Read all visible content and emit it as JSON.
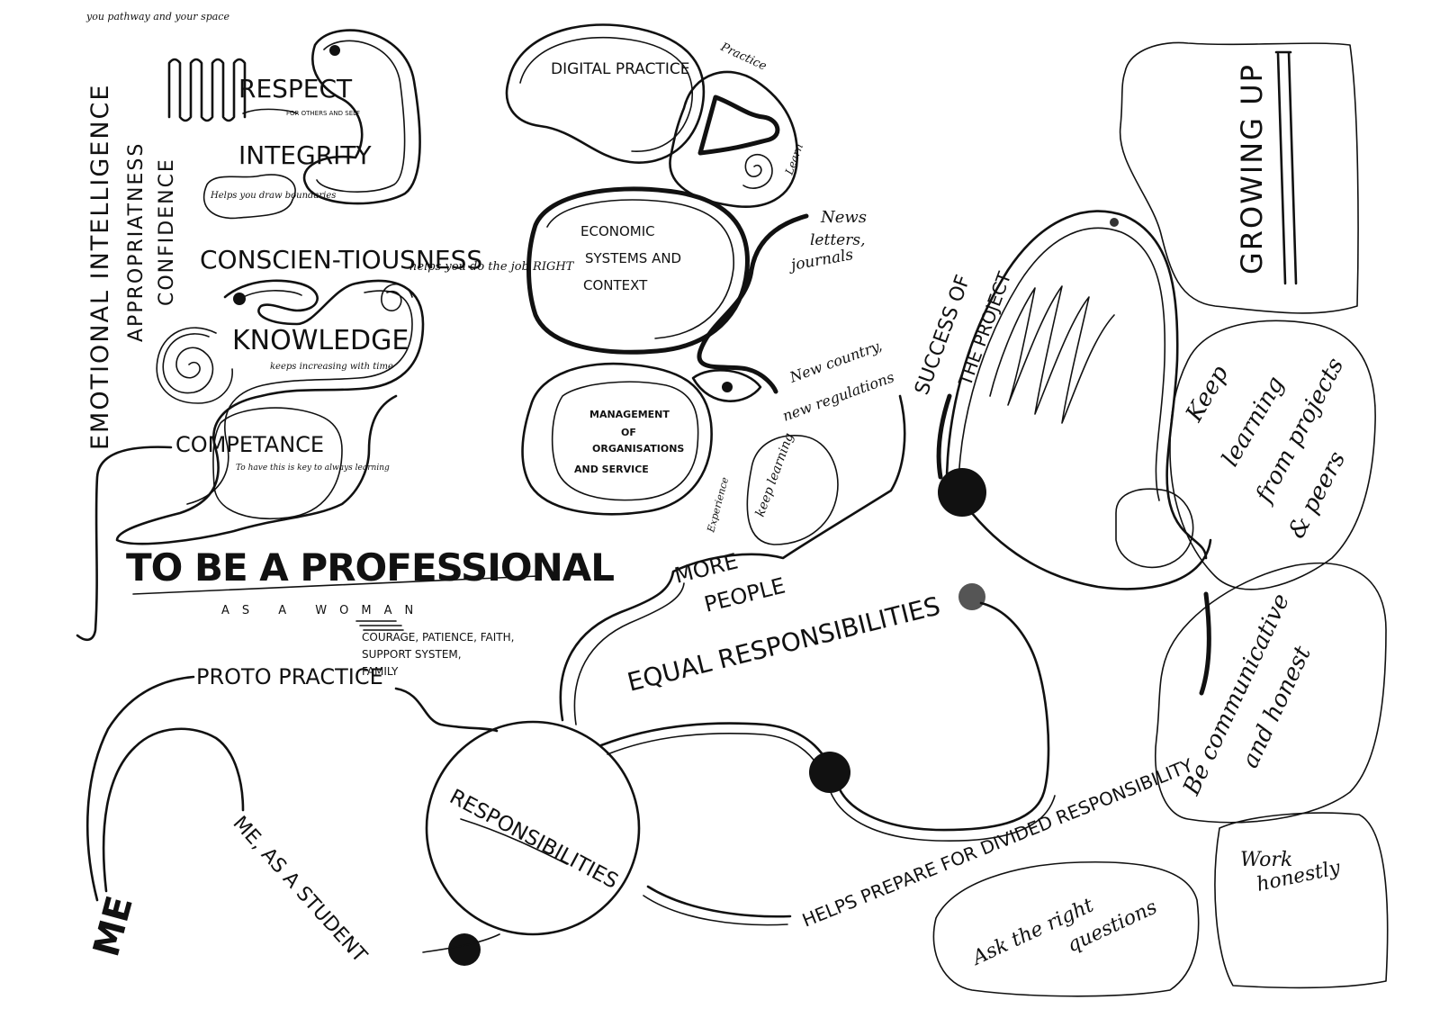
{
  "top_note": "you pathway and your space",
  "left_column": {
    "emotional_intelligence": "EMOTIONAL INTELLIGENCE",
    "appropriateness": "APPROPRIATNESS",
    "confidence": "CONFIDENCE"
  },
  "qualities": {
    "respect": "RESPECT",
    "respect_note": "FOR OTHERS AND SELF",
    "integrity": "INTEGRITY",
    "integrity_note": "Helps you draw boundaries",
    "conscientiousness": "CONSCIEN-TIOUSNESS",
    "conscientiousness_note": "helps you do the job RIGHT",
    "knowledge": "KNOWLEDGE",
    "knowledge_note": "keeps increasing with time",
    "competance": "COMPETANCE",
    "competance_note": "To have this is key to always learning"
  },
  "title": "TO BE A PROFESSIONAL",
  "subtitle": "AS A WOMAN",
  "support_line1": "COURAGE, PATIENCE, FAITH,",
  "support_line2": "SUPPORT SYSTEM,",
  "support_line3": "FAMILY",
  "practice_areas": {
    "digital": "DIGITAL PRACTICE",
    "economic_1": "ECONOMIC",
    "economic_2": "SYSTEMS AND",
    "economic_3": "CONTEXT",
    "management_1": "MANAGEMENT",
    "management_2": "OF",
    "management_3": "ORGANISATIONS",
    "management_4": "AND SERVICE"
  },
  "side_notes": {
    "practice": "Practice",
    "learn": "Learn",
    "news_1": "News",
    "news_2": "letters,",
    "news_3": "journals",
    "new_country": "New country,",
    "new_regulations": "new regulations",
    "experience": "Experience",
    "keep_learning": "keep learning"
  },
  "path": {
    "proto_practice": "PROTO PRACTICE",
    "me": "ME",
    "me_as_student": "ME, AS A STUDENT",
    "responsibilities": "RESPONSIBILITIES",
    "more_people_1": "MORE",
    "more_people_2": "PEOPLE",
    "equal_responsibilities": "EQUAL RESPONSIBILITIES",
    "success_1": "SUCCESS OF",
    "success_2": "THE PROJECT",
    "helps_prepare": "HELPS PREPARE FOR DIVIDED RESPONSIBILITY"
  },
  "growing_up": {
    "title": "GROWING UP",
    "keep_learning_1": "Keep",
    "keep_learning_2": "learning",
    "keep_learning_3": "from projects",
    "keep_learning_4": "& peers",
    "communicative_1": "Be communicative",
    "communicative_2": "and honest",
    "work_1": "Work",
    "work_2": "honestly",
    "ask_1": "Ask the right",
    "ask_2": "questions"
  }
}
